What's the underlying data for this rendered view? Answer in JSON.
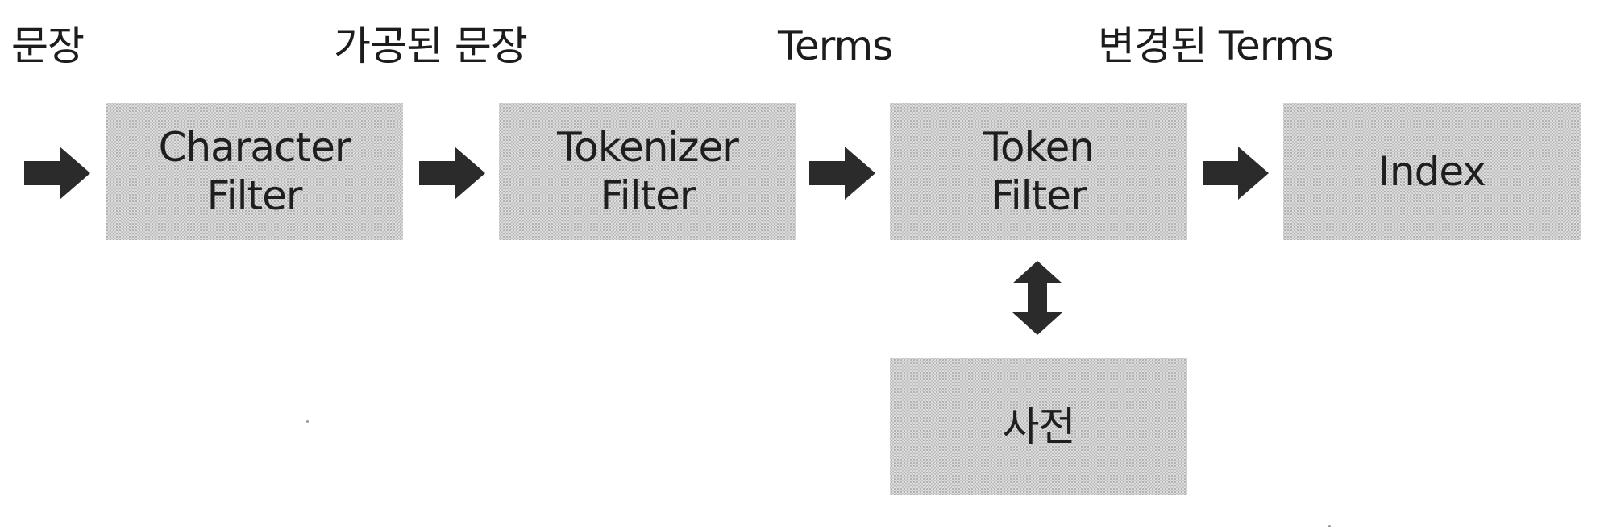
{
  "labels": {
    "input": "문장",
    "after_char_filter": "가공된 문장",
    "after_tokenizer": "Terms",
    "after_token_filter": "변경된 Terms"
  },
  "boxes": {
    "character_filter": {
      "line1": "Character",
      "line2": "Filter"
    },
    "tokenizer_filter": {
      "line1": "Tokenizer",
      "line2": "Filter"
    },
    "token_filter": {
      "line1": "Token",
      "line2": "Filter"
    },
    "index": {
      "label": "Index"
    },
    "dictionary": {
      "label": "사전"
    }
  },
  "colors": {
    "box_fill": "#dcdcdc",
    "arrow": "#2b2b2b",
    "text": "#1c1c1c"
  },
  "icons": {
    "flow_arrow": "right-arrow-icon",
    "bidirectional": "up-down-arrow-icon"
  }
}
